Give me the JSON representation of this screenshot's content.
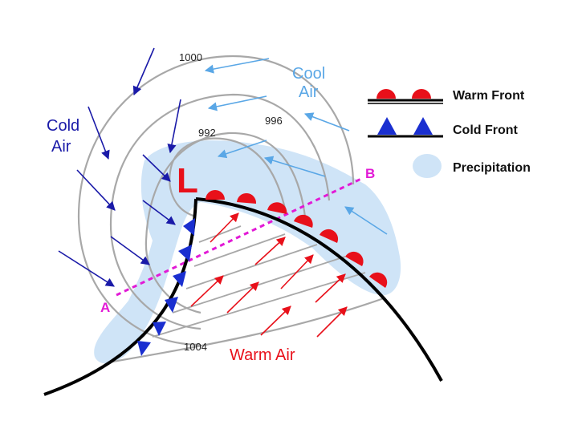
{
  "isobars": [
    "1000",
    "996",
    "992",
    "1004"
  ],
  "air_masses": {
    "cool_line1": "Cool",
    "cool_line2": "Air",
    "cold_line1": "Cold",
    "cold_line2": "Air",
    "warm": "Warm Air"
  },
  "low_pressure_symbol": "L",
  "cross_section": {
    "start": "A",
    "end": "B"
  },
  "legend": {
    "warm_front": "Warm Front",
    "cold_front": "Cold Front",
    "precipitation": "Precipitation"
  },
  "colors": {
    "warm_front": "#e8101a",
    "cold_front": "#1a2fd0",
    "precipitation": "#cfe4f7",
    "cool_air": "#5aa7e6",
    "cold_air": "#1a1aa8",
    "warm_air": "#e8101a",
    "cross_section": "#e21ad6",
    "isobar": "#a8a8a8"
  }
}
